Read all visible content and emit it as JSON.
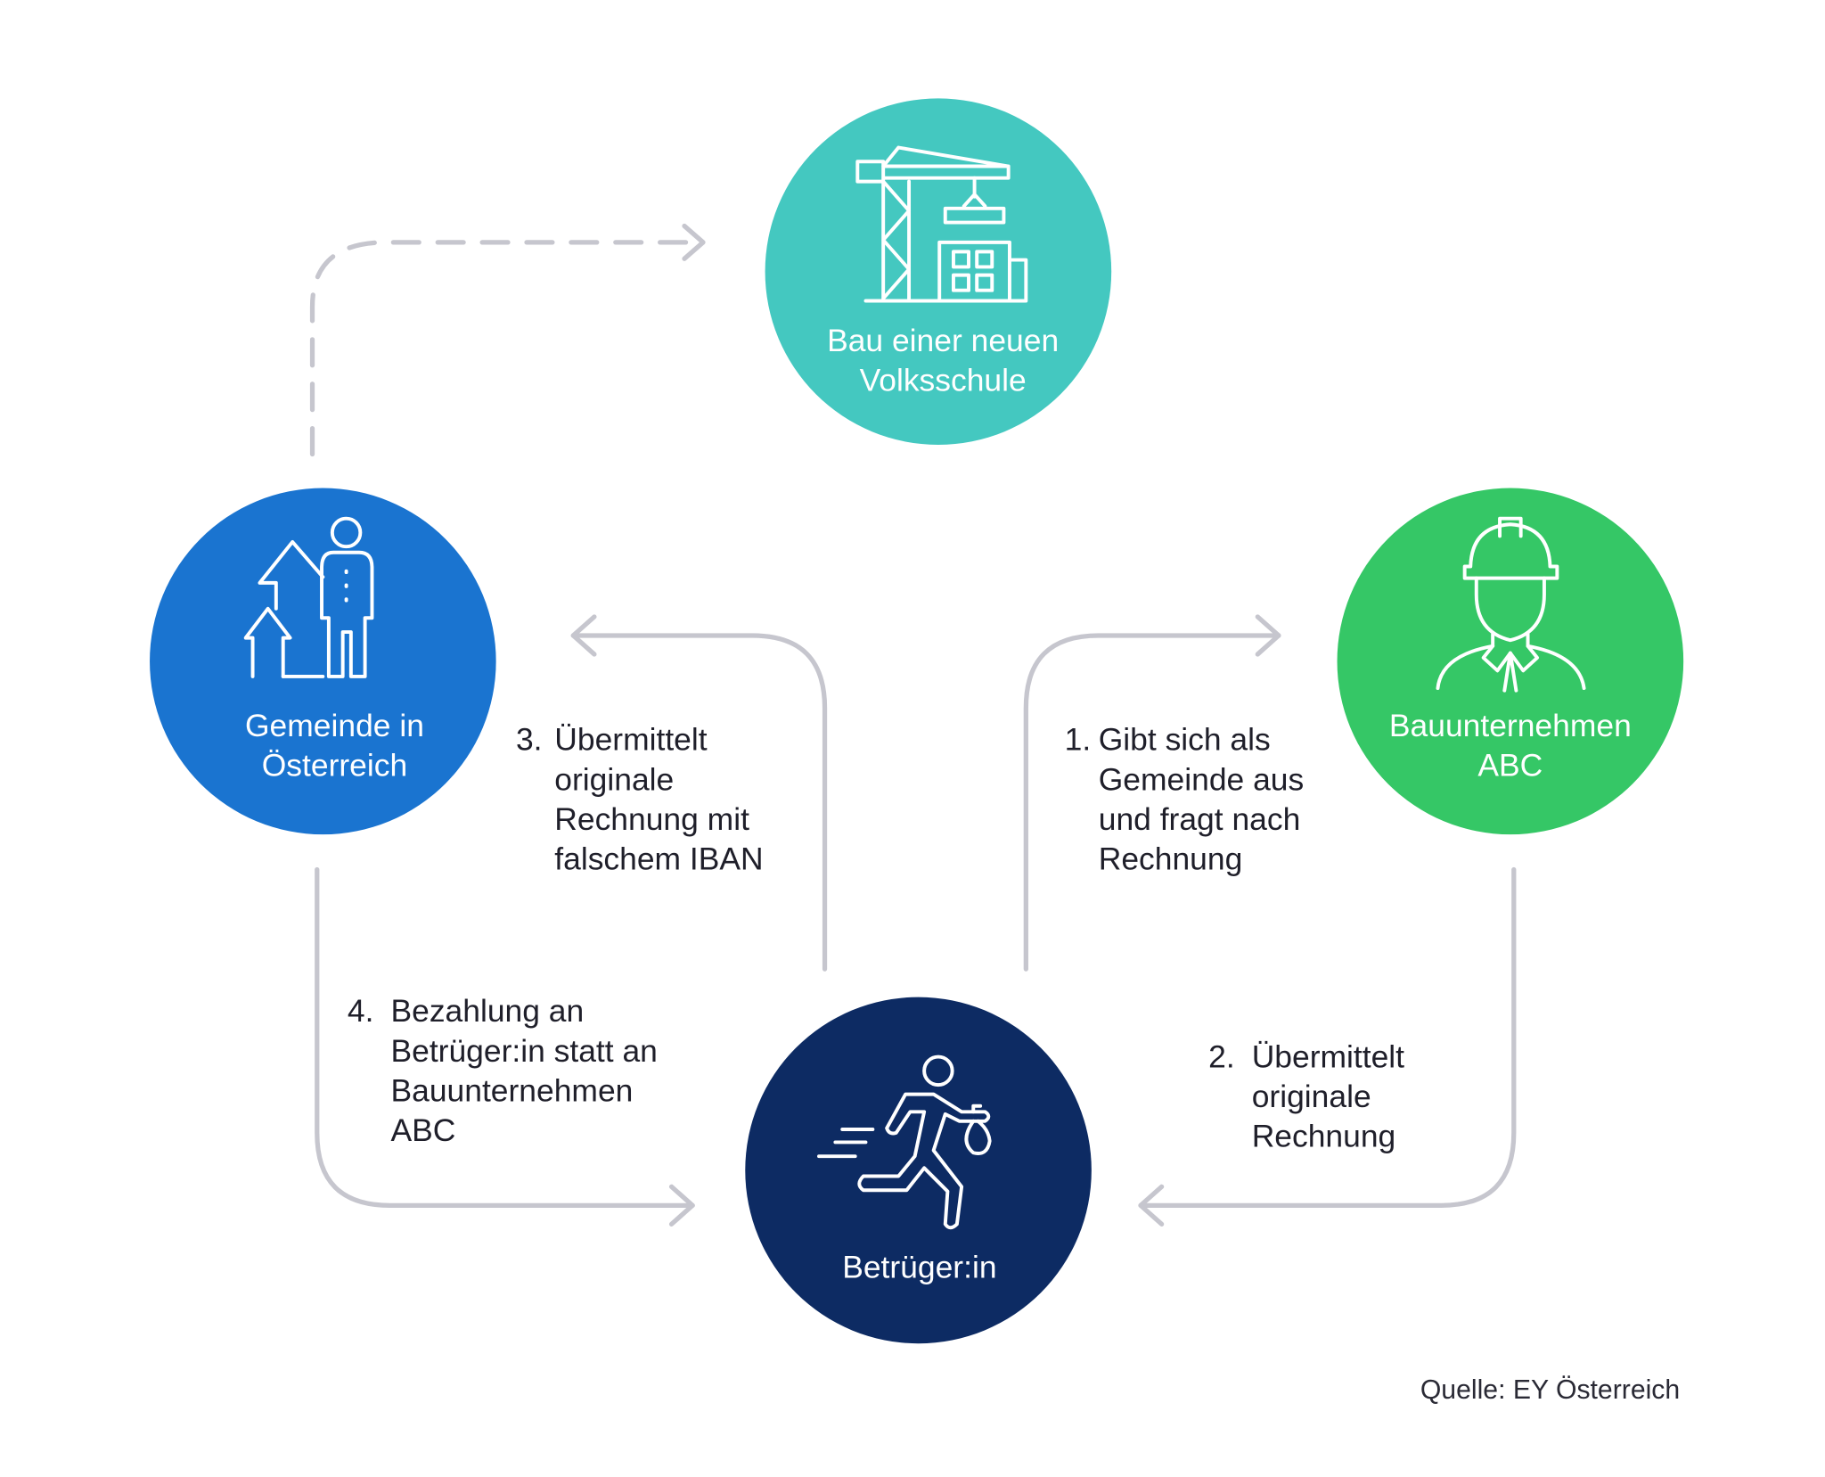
{
  "nodes": {
    "school": {
      "lines": [
        "Bau einer neuen",
        "Volksschule"
      ],
      "icon": "crane-building-icon",
      "color": "#44c8c0"
    },
    "municipality": {
      "lines": [
        "Gemeinde in",
        "Österreich"
      ],
      "icon": "person-growth-icon",
      "color": "#1a74d0"
    },
    "contractor": {
      "lines": [
        "Bauunternehmen",
        "ABC"
      ],
      "icon": "construction-worker-icon",
      "color": "#35c766"
    },
    "fraudster": {
      "lines": [
        "Betrüger:in"
      ],
      "icon": "running-thief-icon",
      "color": "#0d2b63"
    }
  },
  "steps": {
    "step1": {
      "number": "1.",
      "lines": [
        "Gibt sich als",
        "Gemeinde aus",
        "und fragt nach",
        "Rechnung"
      ]
    },
    "step2": {
      "number": "2.",
      "lines": [
        "Übermittelt",
        "originale",
        "Rechnung"
      ]
    },
    "step3": {
      "number": "3.",
      "lines": [
        "Übermittelt",
        "originale",
        "Rechnung mit",
        "falschem IBAN"
      ]
    },
    "step4": {
      "number": "4.",
      "lines": [
        "Bezahlung an",
        "Betrüger:in statt an",
        "Bauunternehmen",
        "ABC"
      ]
    }
  },
  "source": "Quelle: EY Österreich"
}
